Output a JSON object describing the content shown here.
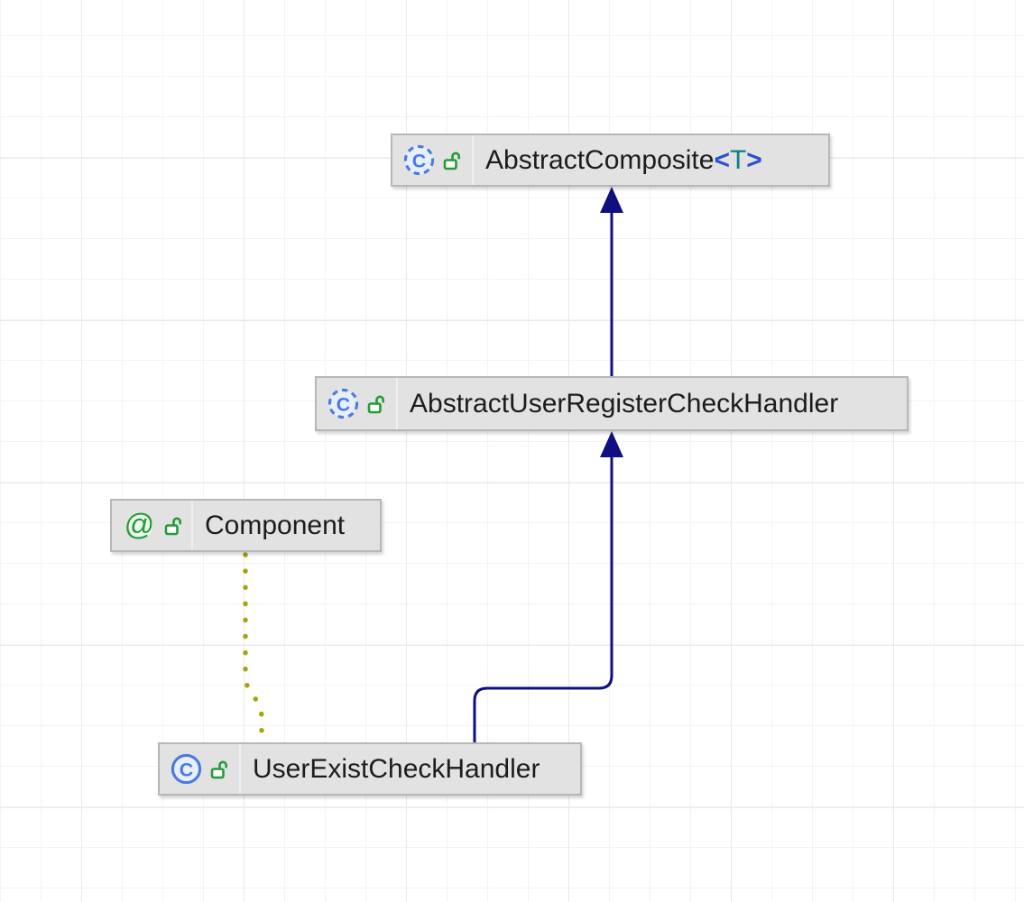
{
  "nodes": [
    {
      "label": "AbstractComposite",
      "generic_open": "<",
      "generic_param": "T",
      "generic_close": ">",
      "kind": "abstract class",
      "badge_letter": "C"
    },
    {
      "label": "AbstractUserRegisterCheckHandler",
      "kind": "abstract class",
      "badge_letter": "C"
    },
    {
      "label": "Component",
      "kind": "annotation",
      "badge_symbol": "@"
    },
    {
      "label": "UserExistCheckHandler",
      "kind": "class",
      "badge_letter": "C"
    }
  ],
  "edges": [
    {
      "from": "AbstractUserRegisterCheckHandler",
      "to": "AbstractComposite<T>",
      "relation": "extends",
      "style": "solid"
    },
    {
      "from": "UserExistCheckHandler",
      "to": "AbstractUserRegisterCheckHandler",
      "relation": "extends",
      "style": "solid"
    },
    {
      "from": "Component",
      "to": "UserExistCheckHandler",
      "relation": "annotation-dependency",
      "style": "dotted"
    }
  ],
  "colors": {
    "node_bg": "#e2e2e2",
    "node_border": "#b7b7b7",
    "inheritance": "#0f0f82",
    "annotation": "#a6a313",
    "class_icon": "#4a7ae0",
    "class_icon_fill": "#e7effc",
    "green_icon": "#259b38",
    "bracket": "#2b50d4",
    "type_param": "#0e8088"
  }
}
